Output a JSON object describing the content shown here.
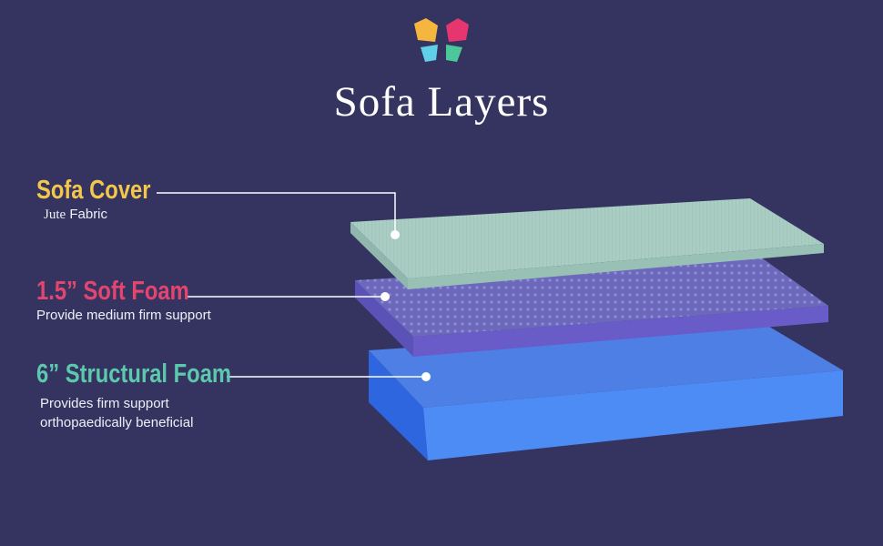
{
  "title": "Sofa Layers",
  "logo": {
    "icon": "butterfly-logo-icon",
    "colors": [
      "#f4b63f",
      "#e6356f",
      "#5fd0e8",
      "#4cc79a"
    ]
  },
  "layers": [
    {
      "id": "cover",
      "title": "Sofa Cover",
      "lines": [
        "Jute",
        "Fabric"
      ],
      "color": "#f3c74a"
    },
    {
      "id": "soft",
      "title": "1.5” Soft Foam",
      "lines": [
        "Provide medium firm support"
      ],
      "color": "#e4456f"
    },
    {
      "id": "struct",
      "title": "6” Structural Foam",
      "lines": [
        "Provides firm support",
        "orthopaedically beneficial"
      ],
      "color": "#5cc9ad"
    }
  ]
}
